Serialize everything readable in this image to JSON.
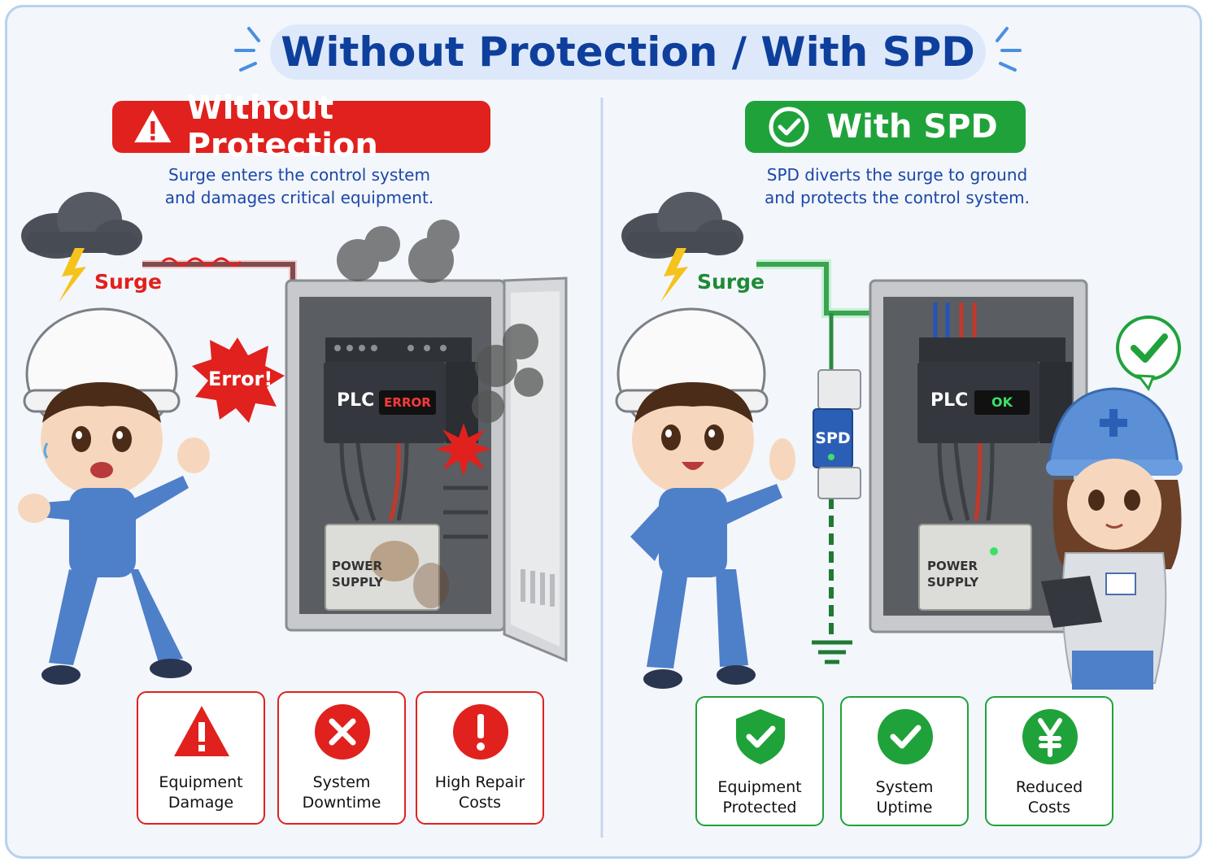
{
  "title": "Without Protection / With SPD",
  "left": {
    "banner": "Without Protection",
    "subtitle_line1": "Surge enters the control system",
    "subtitle_line2": "and damages critical equipment.",
    "surge_label": "Surge",
    "error_burst": "Error!",
    "plc_label": "PLC",
    "plc_display": "ERROR",
    "power_supply_line1": "POWER",
    "power_supply_line2": "SUPPLY",
    "cards": [
      {
        "line1": "Equipment",
        "line2": "Damage",
        "icon": "warning-triangle-icon"
      },
      {
        "line1": "System",
        "line2": "Downtime",
        "icon": "x-circle-icon"
      },
      {
        "line1": "High Repair",
        "line2": "Costs",
        "icon": "exclamation-circle-icon"
      }
    ]
  },
  "right": {
    "banner": "With SPD",
    "subtitle_line1": "SPD diverts the surge to ground",
    "subtitle_line2": "and protects the control system.",
    "surge_label": "Surge",
    "spd_label": "SPD",
    "plc_label": "PLC",
    "plc_display": "OK",
    "power_supply_line1": "POWER",
    "power_supply_line2": "SUPPLY",
    "cards": [
      {
        "line1": "Equipment",
        "line2": "Protected",
        "icon": "shield-check-icon"
      },
      {
        "line1": "System",
        "line2": "Uptime",
        "icon": "check-circle-icon"
      },
      {
        "line1": "Reduced",
        "line2": "Costs",
        "icon": "yen-circle-icon"
      }
    ]
  },
  "colors": {
    "danger": "#e0211d",
    "safe": "#20a23a",
    "title": "#0f3f9c",
    "subtitle": "#1a47a8"
  }
}
